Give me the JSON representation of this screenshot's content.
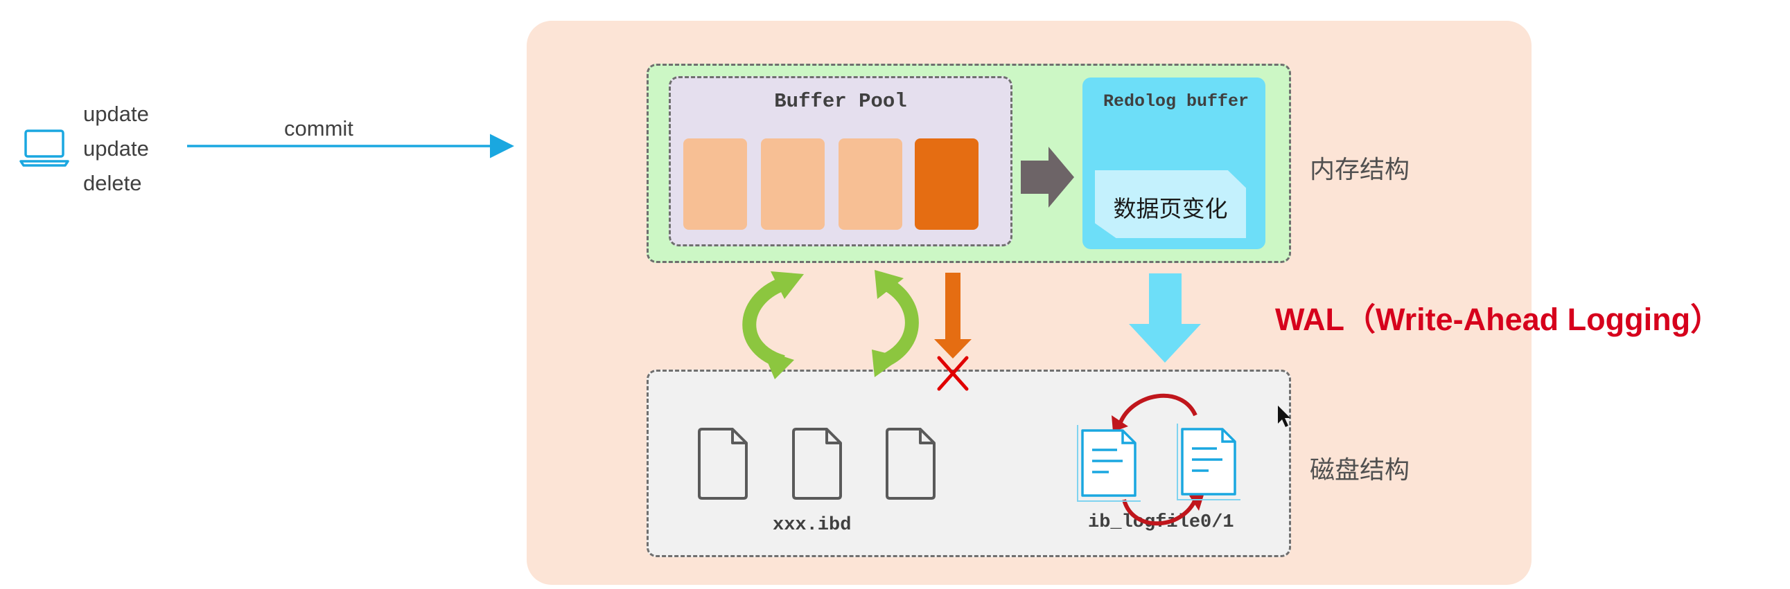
{
  "client": {
    "icon": "laptop-icon",
    "operations": [
      "update",
      "update",
      "delete"
    ],
    "commit_label": "commit"
  },
  "memory": {
    "label": "内存结构",
    "buffer_pool": {
      "title": "Buffer Pool"
    },
    "redolog_buffer": {
      "title": "Redolog buffer",
      "content": "数据页变化"
    }
  },
  "disk": {
    "label": "磁盘结构",
    "data_files_label": "xxx.ibd",
    "log_files_label": "ib_logfile0/1"
  },
  "wal_label": "WAL（Write-Ahead Logging）",
  "colors": {
    "panel": "#fce4d6",
    "memory_area": "#ccf7c5",
    "buffer_pool": "#e5dfee",
    "clean_page": "#f7bf94",
    "dirty_page": "#e56d12",
    "redolog_buffer": "#6ddef8",
    "disk_area": "#f1f1f1",
    "wal_text": "#d6001c",
    "commit_arrow": "#1aa7e0",
    "sync_arrows": "#8cc63f",
    "log_cycle": "#c0161c"
  }
}
